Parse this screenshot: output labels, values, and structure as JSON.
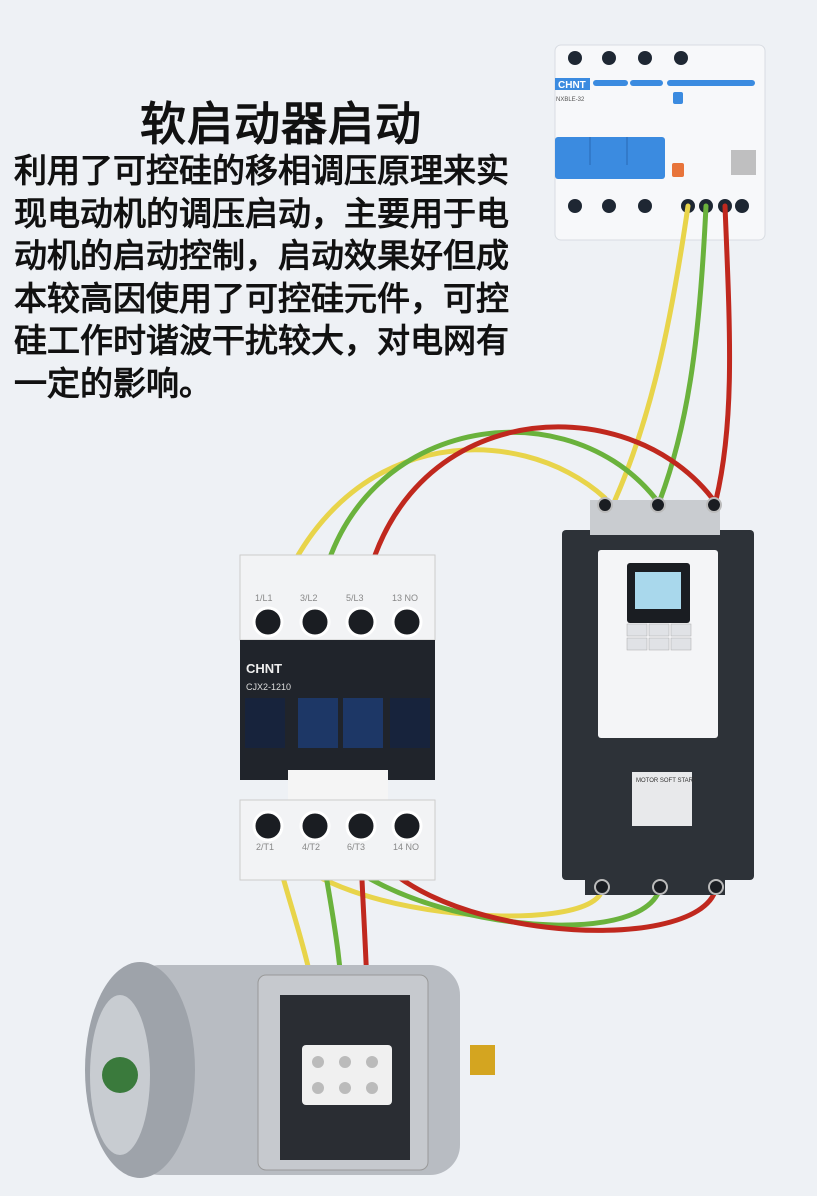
{
  "title": "软启动器启动",
  "description_lines": [
    "利用了可控硅的移相调压原理来实",
    "现电动机的调压启动，主要用于电",
    "动机的启动控制，启动效果好但成",
    "本较高因使用了可控硅元件，可控",
    "硅工作时谐波干扰较大，对电网有",
    "一定的影响。"
  ],
  "breaker": {
    "brand": "CHNT",
    "model": "NXBLE-32"
  },
  "contactor": {
    "brand": "CHNT",
    "model": "CJX2-1210",
    "top_terminals": [
      "1/L1",
      "3/L2",
      "5/L3",
      "13 NO"
    ],
    "bottom_terminals": [
      "2/T1",
      "4/T2",
      "6/T3",
      "14 NO"
    ]
  },
  "soft_starter": {
    "nameplate": "MOTOR SOFT START"
  },
  "colors": {
    "wire_yellow": "#e8d44a",
    "wire_green": "#6ab23c",
    "wire_red": "#c0281e",
    "breaker_blue": "#3b8be0",
    "starter_body": "#2d3238"
  }
}
